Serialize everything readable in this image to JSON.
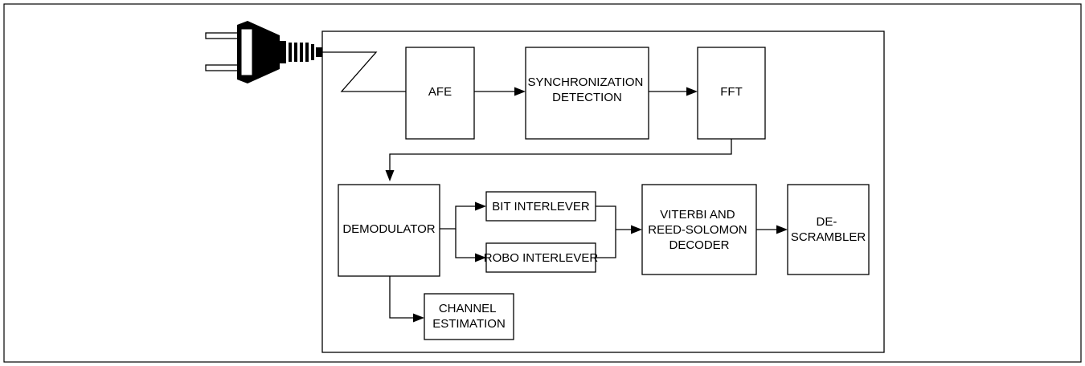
{
  "diagram": {
    "blocks": {
      "afe": {
        "lines": [
          "AFE"
        ]
      },
      "sync": {
        "lines": [
          "SYNCHRONIZATION",
          "DETECTION"
        ]
      },
      "fft": {
        "lines": [
          "FFT"
        ]
      },
      "demodulator": {
        "lines": [
          "DEMODULATOR"
        ]
      },
      "bit_interleaver": {
        "lines": [
          "BIT INTERLEVER"
        ]
      },
      "robo_interleaver": {
        "lines": [
          "ROBO INTERLEVER"
        ]
      },
      "viterbi": {
        "lines": [
          "VITERBI AND",
          "REED-SOLOMON",
          "DECODER"
        ]
      },
      "descrambler": {
        "lines": [
          "DE-",
          "SCRAMBLER"
        ]
      },
      "channel_estimation": {
        "lines": [
          "CHANNEL",
          "ESTIMATION"
        ]
      }
    },
    "connections": [
      {
        "from": "power-plug",
        "to": "afe"
      },
      {
        "from": "afe",
        "to": "sync"
      },
      {
        "from": "sync",
        "to": "fft"
      },
      {
        "from": "fft",
        "to": "demodulator"
      },
      {
        "from": "demodulator",
        "to": "bit_interleaver"
      },
      {
        "from": "demodulator",
        "to": "robo_interleaver"
      },
      {
        "from": "bit_interleaver",
        "to": "viterbi"
      },
      {
        "from": "robo_interleaver",
        "to": "viterbi"
      },
      {
        "from": "viterbi",
        "to": "descrambler"
      },
      {
        "from": "demodulator",
        "to": "channel_estimation"
      }
    ],
    "colors": {
      "stroke": "#000000",
      "background": "#ffffff",
      "plug": "#000000"
    }
  }
}
